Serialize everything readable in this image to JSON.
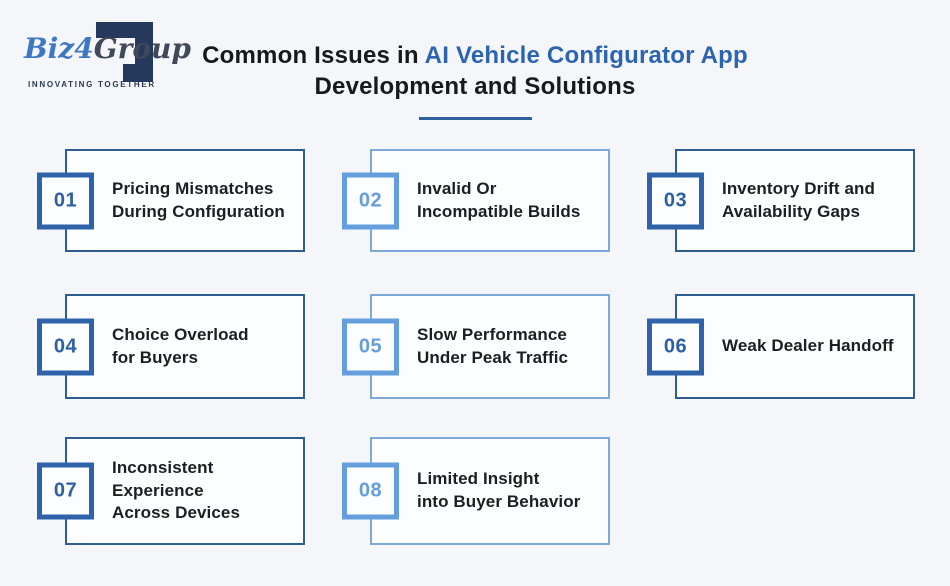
{
  "logo": {
    "biz": "Biz",
    "four": "4",
    "group": "Group",
    "tagline": "INNOVATING TOGETHER"
  },
  "header": {
    "title_prefix": "Common Issues in ",
    "title_highlight": "AI Vehicle Configurator App",
    "title_line2": "Development and Solutions"
  },
  "colors": {
    "background": "#f4f6f9",
    "dark_card_border": "#2d5e8e",
    "dark_badge": "#2e63a9",
    "light_card_border": "#7ca9d6",
    "light_badge": "#649edd",
    "title_highlight": "#2c64b2",
    "logo_navy": "#24395b"
  },
  "cards": [
    {
      "number": "01",
      "title": "Pricing Mismatches\nDuring Configuration",
      "theme": "dark"
    },
    {
      "number": "02",
      "title": "Invalid Or\nIncompatible Builds",
      "theme": "light"
    },
    {
      "number": "03",
      "title": "Inventory Drift and\nAvailability Gaps",
      "theme": "dark"
    },
    {
      "number": "04",
      "title": "Choice Overload\nfor Buyers",
      "theme": "dark"
    },
    {
      "number": "05",
      "title": "Slow Performance\nUnder Peak Traffic",
      "theme": "light"
    },
    {
      "number": "06",
      "title": "Weak Dealer Handoff",
      "theme": "dark"
    },
    {
      "number": "07",
      "title": "Inconsistent\nExperience\nAcross Devices",
      "theme": "dark"
    },
    {
      "number": "08",
      "title": "Limited Insight\ninto Buyer Behavior",
      "theme": "light"
    }
  ]
}
